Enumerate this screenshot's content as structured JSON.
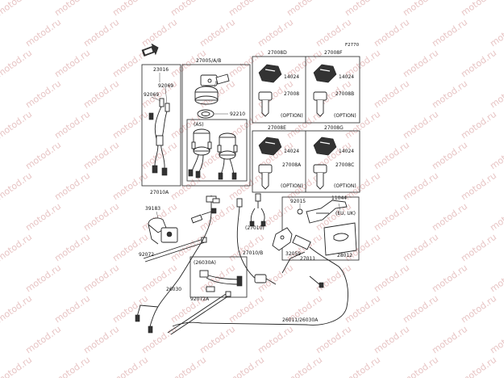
{
  "diagram": {
    "ref_code": "F2770",
    "watermark_text": "motod.ru",
    "colors": {
      "line": "#222222",
      "watermark": "#e7c4c4",
      "background": "#ffffff"
    },
    "labels": {
      "p23016": "23016",
      "p92069_a": "92069",
      "p92069_b": "92069",
      "p27010A": "27010A",
      "p27005AB": "27005/A/B",
      "p92210": "92210",
      "pAS": "(AS)",
      "p27008D": "27008D",
      "p14024_a": "14024",
      "p27008": "27008",
      "pOPTION_a": "(OPTION)",
      "p27008F": "27008F",
      "p14024_b": "14024",
      "p27008B": "27008B",
      "pOPTION_b": "(OPTION)",
      "p27008E": "27008E",
      "p14024_c": "14024",
      "p27008A": "27008A",
      "pOPTION_c": "(OPTION)",
      "p27008G": "27008G",
      "p14024_d": "14024",
      "p27008C": "27008C",
      "pOPTION_d": "(OPTION)",
      "p92015": "92015",
      "p11044": "11044",
      "pEUUK": "(EU, UK)",
      "p28012": "28012",
      "p39183": "39183",
      "p27010_paren": "(27010)",
      "p27010B": "27010/B",
      "p32059": "32059",
      "p27011": "27011",
      "p92072_a": "92072",
      "p26030A_paren": "(26030A)",
      "p26030": "26030",
      "p92072A": "92072A",
      "p26011_26030A": "26011/26030A"
    }
  }
}
